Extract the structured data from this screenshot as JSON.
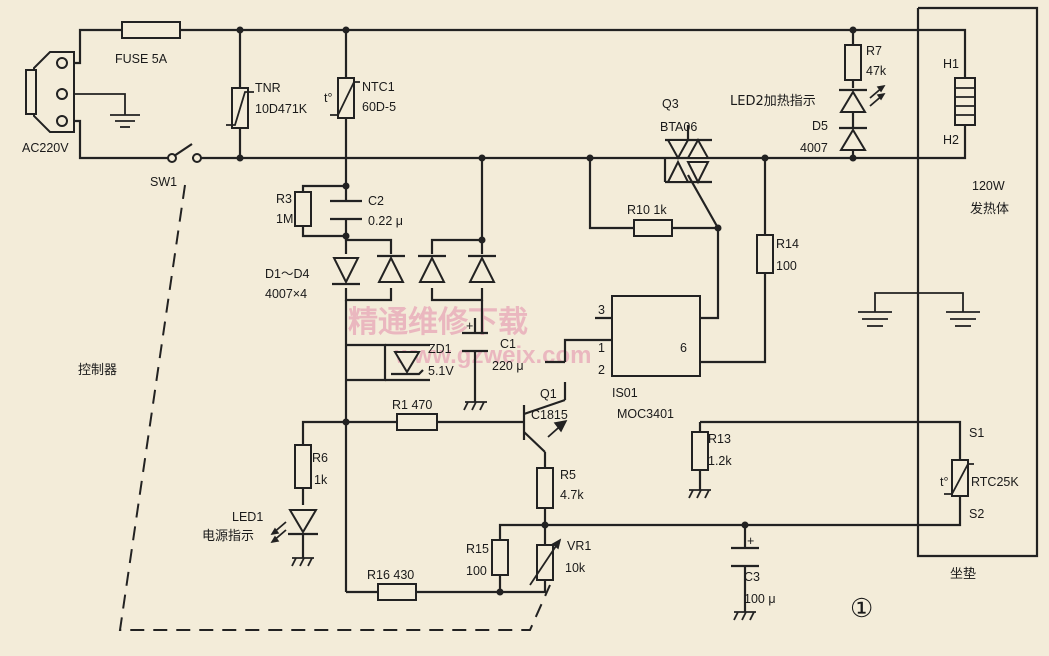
{
  "labels": {
    "ac": "AC220V",
    "fuse": "FUSE 5A",
    "sw1": "SW1",
    "tnr": "TNR",
    "tnr_val": "10D471K",
    "ntc_t": "t°",
    "ntc1": "NTC1",
    "ntc_val": "60D-5",
    "r3": "R3",
    "r3_val": "1M",
    "c2": "C2",
    "c2_val": "0.22 μ",
    "diodes": "D1～D4",
    "diodes_val": "4007×4",
    "zd1": "ZD1",
    "zd1_val": "5.1V",
    "c1": "C1",
    "c1_plus": "+",
    "c1_val": "220 μ",
    "controller": "控制器",
    "q3": "Q3",
    "q3_val": "BTA06",
    "r10": "R10 1k",
    "r14": "R14",
    "r14_val": "100",
    "pin3": "3",
    "pin1": "1",
    "pin2": "2",
    "pin6": "6",
    "is01": "IS01",
    "moc": "MOC3401",
    "r7": "R7",
    "r7_val": "47k",
    "led2": "LED2加热指示",
    "d5": "D5",
    "d5_val": "4007",
    "h1": "H1",
    "h2": "H2",
    "heater_power": "120W",
    "heater_name": "发热体",
    "q1": "Q1",
    "q1_val": "C1815",
    "r1": "R1 470",
    "r5": "R5",
    "r5_val": "4.7k",
    "r6": "R6",
    "r6_val": "1k",
    "led1": "LED1",
    "led1_desc": "电源指示",
    "r13": "R13",
    "r13_val": "1.2k",
    "s1": "S1",
    "rtc_t": "t°",
    "rtc": "RTC25K",
    "s2": "S2",
    "r15": "R15",
    "r15_val": "100",
    "vr1": "VR1",
    "vr1_val": "10k",
    "r16": "R16 430",
    "c3": "C3",
    "c3_plus": "+",
    "c3_val": "100 μ",
    "cushion": "坐垫",
    "figure_number": "①",
    "watermark_cn": "精通维修下载",
    "watermark_url": "www.gzweix.com"
  }
}
